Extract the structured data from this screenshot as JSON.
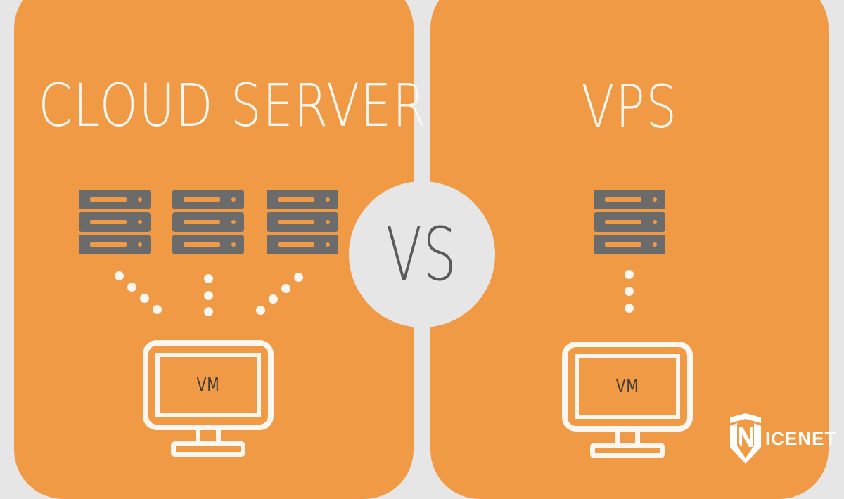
{
  "left": {
    "title": "CLOUD SERVER",
    "monitor_label": "VM"
  },
  "right": {
    "title": "VPS",
    "monitor_label": "VM"
  },
  "center": {
    "label": "VS"
  },
  "logo": {
    "text": "ICENET"
  },
  "colors": {
    "panel": "#f19a45",
    "background": "#e6e6e6",
    "server": "#6b6b6b",
    "line_art": "#fbf6ef"
  }
}
